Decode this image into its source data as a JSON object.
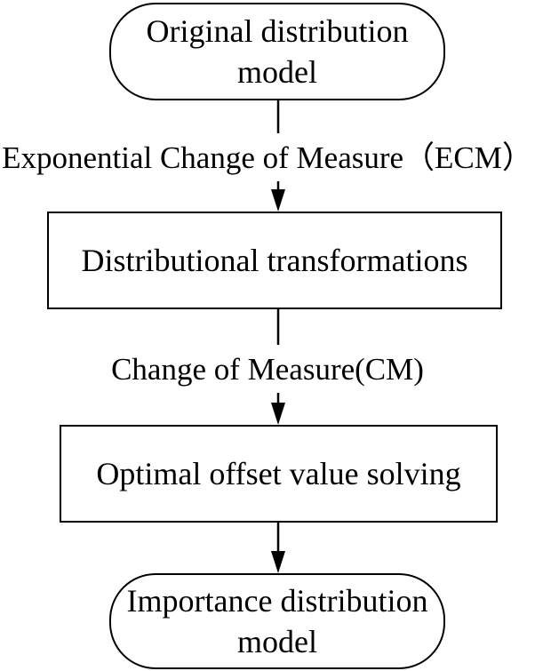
{
  "nodes": {
    "start": {
      "text": "Original distribution\nmodel",
      "shape": "rounded"
    },
    "step1": {
      "text": "Distributional transformations",
      "shape": "rectangle"
    },
    "step2": {
      "text": "Optimal offset value solving",
      "shape": "rectangle"
    },
    "end": {
      "text": "Importance distribution\nmodel",
      "shape": "rounded"
    }
  },
  "edges": [
    {
      "from": "start",
      "to": "step1",
      "label": "Exponential Change of Measure（ECM）"
    },
    {
      "from": "step1",
      "to": "step2",
      "label": "Change of Measure(CM)"
    },
    {
      "from": "step2",
      "to": "end",
      "label": ""
    }
  ],
  "colors": {
    "stroke": "#000000",
    "background": "#ffffff"
  }
}
